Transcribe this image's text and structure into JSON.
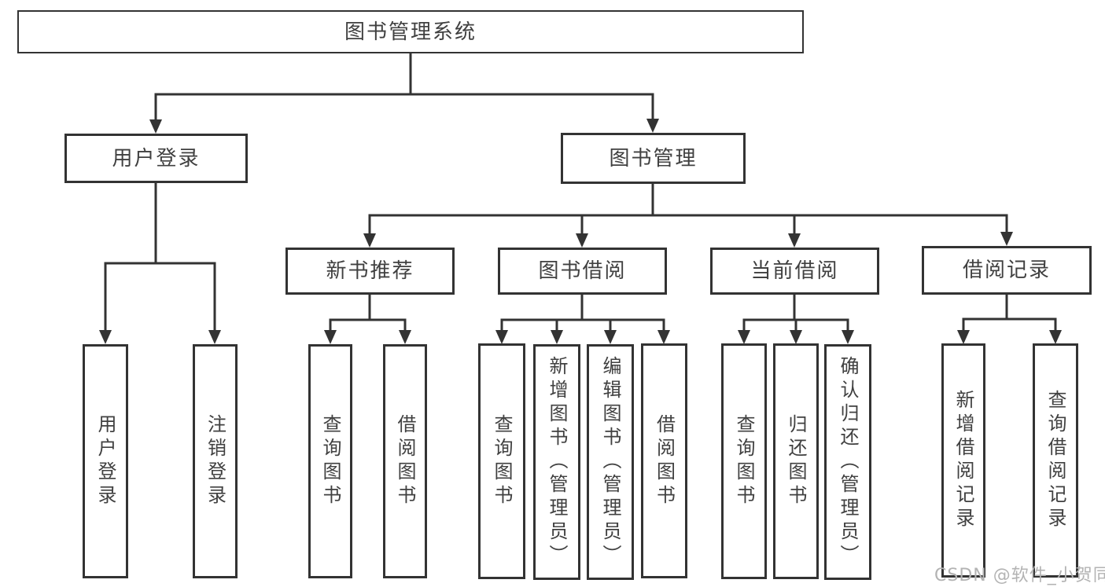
{
  "colors": {
    "line": "#333333",
    "box-border": "#333333",
    "box-bg": "#ffffff",
    "text": "#404040",
    "watermark": "#b3b3b3",
    "page-bg": "#ffffff"
  },
  "tree": {
    "label": "图书管理系统",
    "children": [
      {
        "label": "用户登录",
        "children": [
          {
            "label": "用户登录"
          },
          {
            "label": "注销登录"
          }
        ]
      },
      {
        "label": "图书管理",
        "children": [
          {
            "label": "新书推荐",
            "children": [
              {
                "label": "查询图书"
              },
              {
                "label": "借阅图书"
              }
            ]
          },
          {
            "label": "图书借阅",
            "children": [
              {
                "label": "查询图书"
              },
              {
                "label": "新增图书（管理员）"
              },
              {
                "label": "编辑图书（管理员）"
              },
              {
                "label": "借阅图书"
              }
            ]
          },
          {
            "label": "当前借阅",
            "children": [
              {
                "label": "查询图书"
              },
              {
                "label": "归还图书"
              },
              {
                "label": "确认归还（管理员）"
              }
            ]
          },
          {
            "label": "借阅记录",
            "children": [
              {
                "label": "新增借阅记录"
              },
              {
                "label": "查询借阅记录"
              }
            ]
          }
        ]
      }
    ]
  },
  "watermark": "CSDN @软件_小贺同学"
}
